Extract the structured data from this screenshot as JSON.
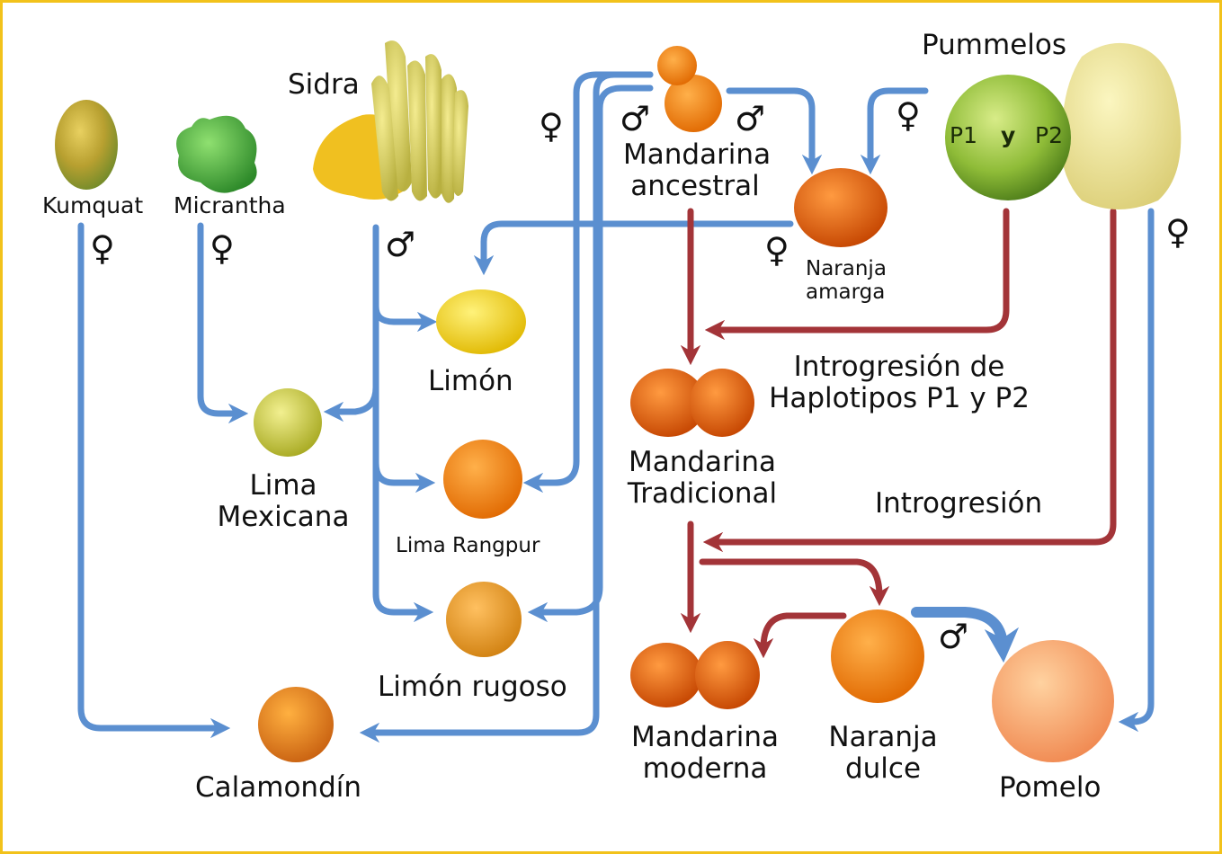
{
  "labels": {
    "kumquat": "Kumquat",
    "micrantha": "Micrantha",
    "sidra": "Sidra",
    "mandarina_ancestral_1": "Mandarina",
    "mandarina_ancestral_2": "ancestral",
    "pummelos": "Pummelos",
    "p1": "P1",
    "y": "y",
    "p2": "P2",
    "naranja_amarga_1": "Naranja",
    "naranja_amarga_2": "amarga",
    "limon": "Limón",
    "lima_mexicana_1": "Lima",
    "lima_mexicana_2": "Mexicana",
    "lima_rangpur": "Lima Rangpur",
    "limon_rugoso": "Limón rugoso",
    "calamondin": "Calamondín",
    "introgresion_haplotipos_1": "Introgresión de",
    "introgresion_haplotipos_2": "Haplotipos P1 y P2",
    "mandarina_tradicional_1": "Mandarina",
    "mandarina_tradicional_2": "Tradicional",
    "introgresion": "Introgresión",
    "mandarina_moderna_1": "Mandarina",
    "mandarina_moderna_2": "moderna",
    "naranja_dulce_1": "Naranja",
    "naranja_dulce_2": "dulce",
    "pomelo": "Pomelo"
  },
  "symbols": {
    "female": "♀",
    "male": "♂"
  },
  "colors": {
    "border": "#f2c21b",
    "blue_arrow": "#5b8fd0",
    "red_arrow": "#a33438"
  }
}
